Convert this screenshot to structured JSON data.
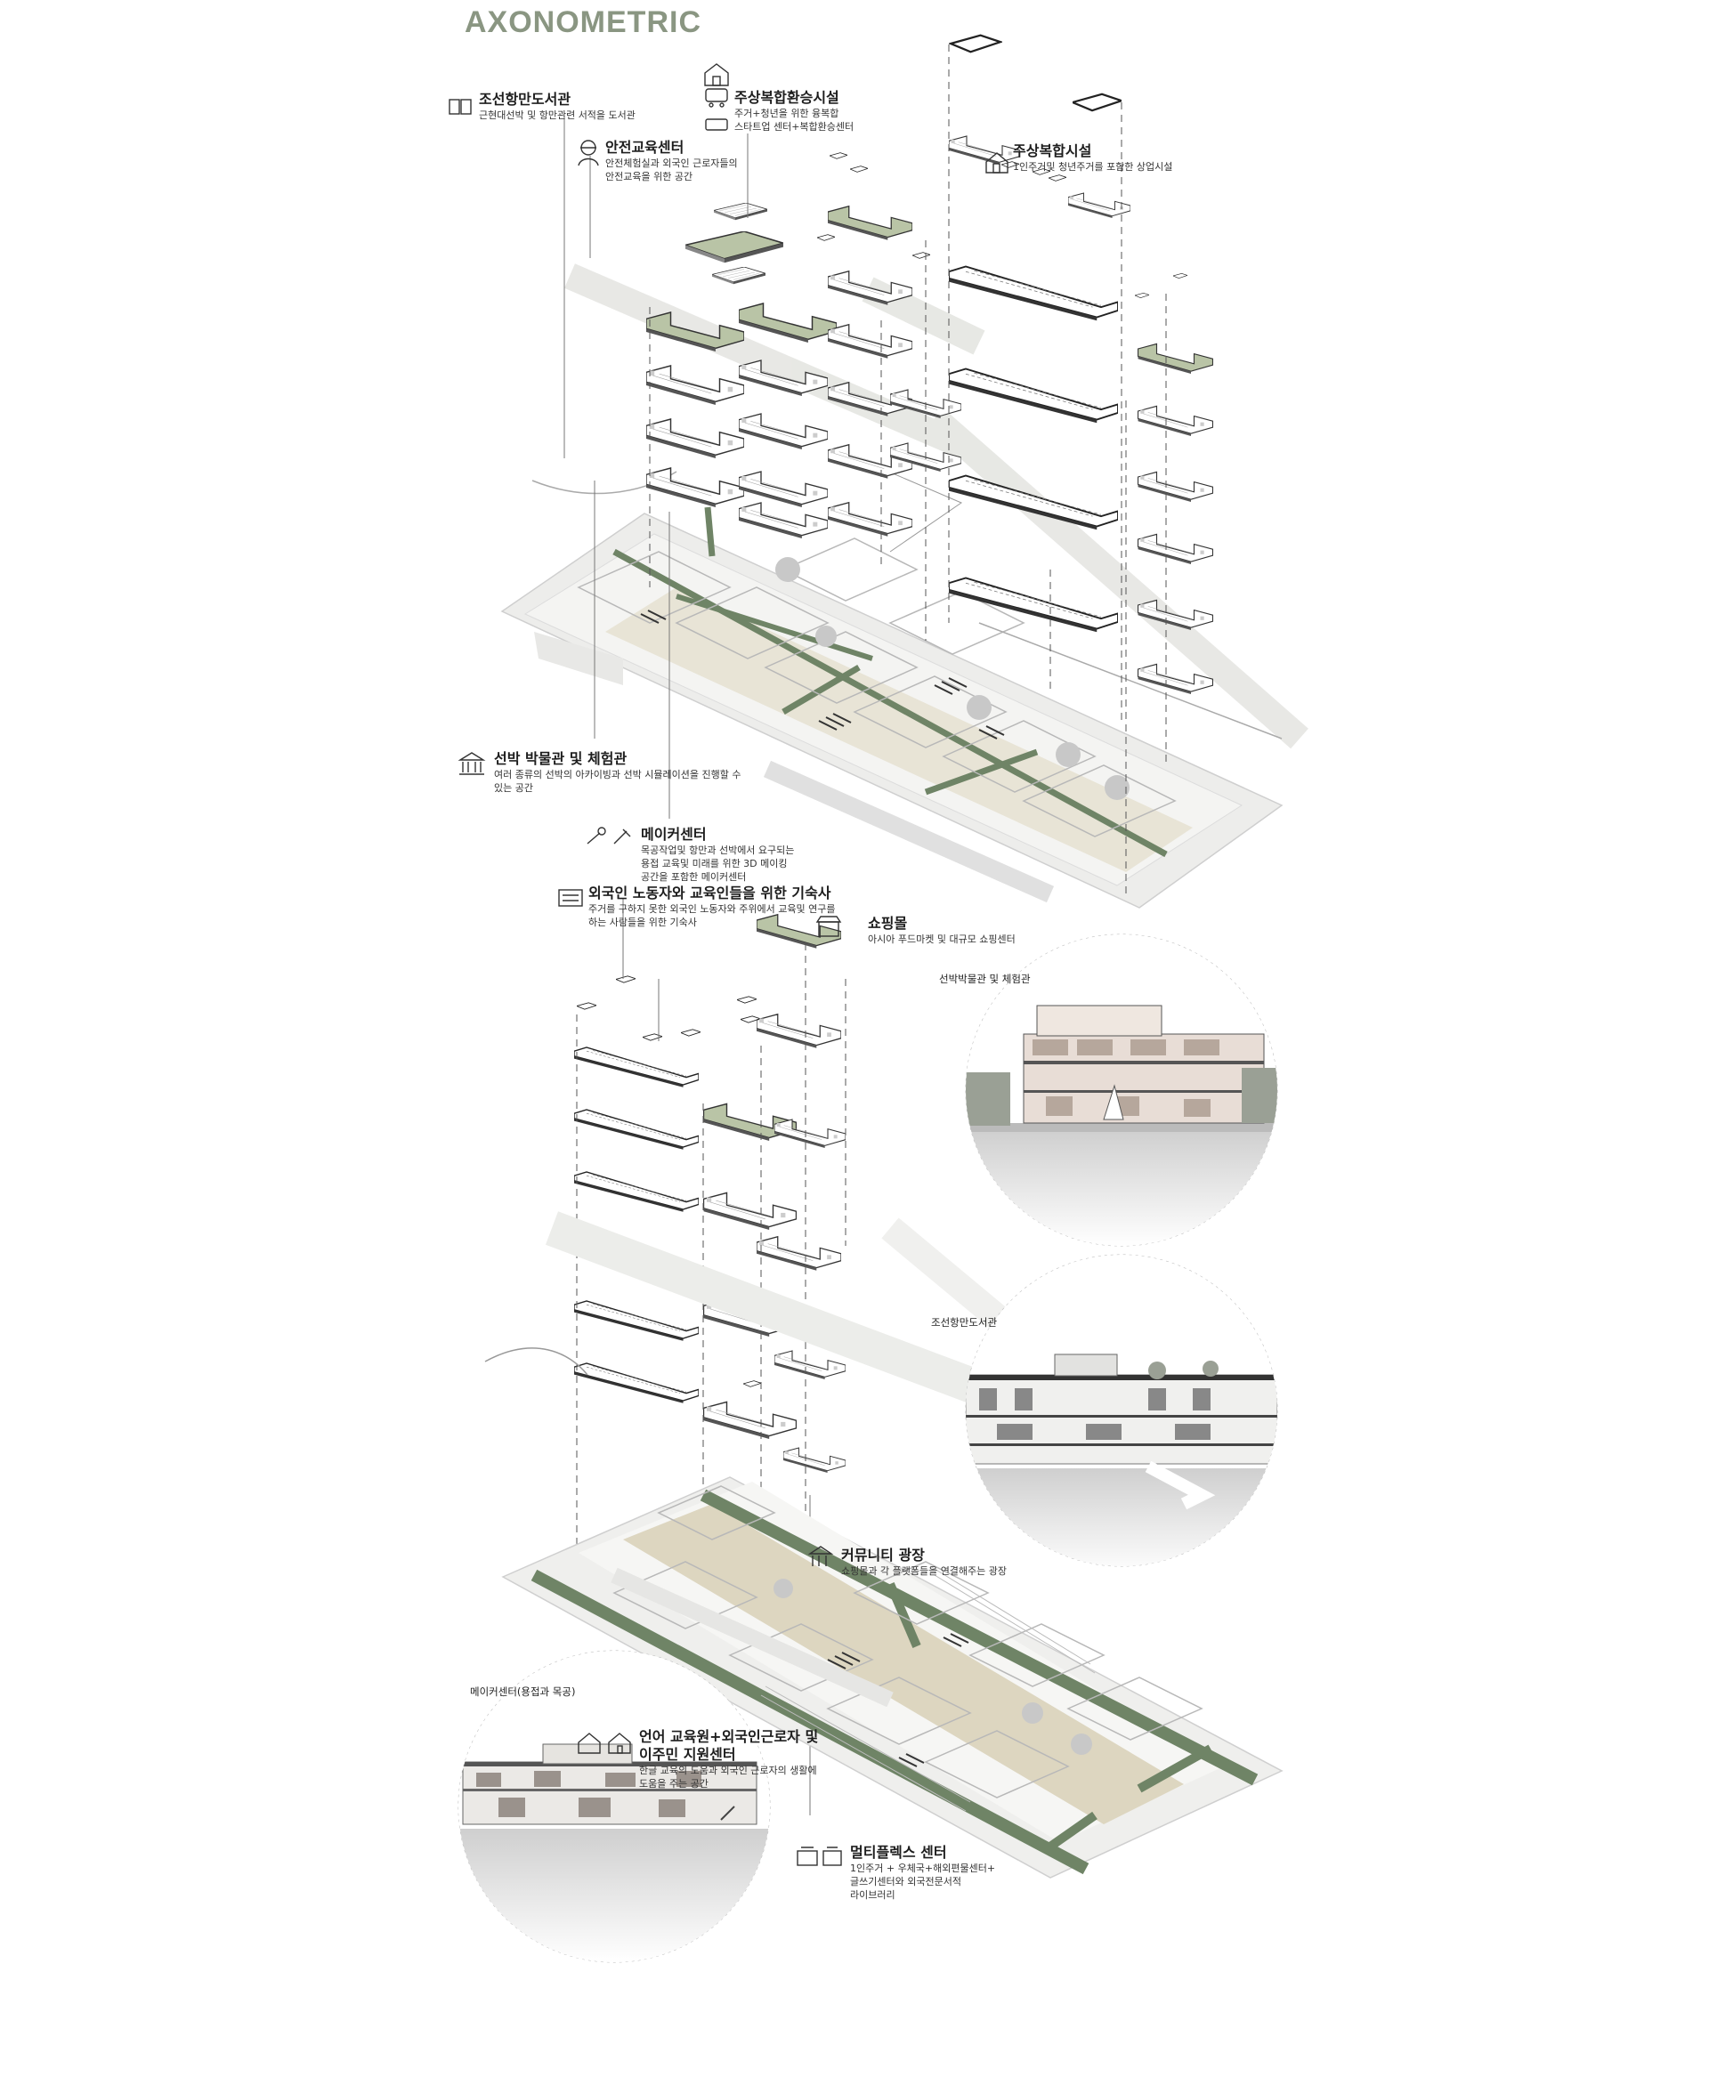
{
  "title": "AXONOMETRIC",
  "colors": {
    "accent": "#8a9682",
    "green": "#b9c4a6",
    "darkgreen": "#6f8466",
    "road": "#e5e6e2",
    "plaza": "#ddd6c0"
  },
  "labels": {
    "library": {
      "title": "조선항만도서관",
      "desc": "근현대선박 및 항만관련 서적을 도서관"
    },
    "transit": {
      "title": "주상복합환승시설",
      "desc": "주거+청년을 위한 융복합\n스타트업 센터+복합환승센터"
    },
    "safety": {
      "title": "안전교육센터",
      "desc": "안전체험실과 외국인 근로자들의\n안전교육을 위한 공간"
    },
    "commercial": {
      "title": "주상복합시설",
      "desc": "1인주거및 청년주거를 포함한 상업시설"
    },
    "museum": {
      "title": "선박 박물관 및 체험관",
      "desc": "여러 종류의 선박의 아카이빙과 선박 시뮬레이션을 진행할 수\n있는 공간"
    },
    "maker": {
      "title": "메이커센터",
      "desc": "목공작업및 항만과 선박에서 요구되는\n용접 교육및 미래를 위한 3D 메이킹\n공간을 포함한 메이커센터"
    },
    "dorm": {
      "title": "외국인 노동자와 교육인들을 위한 기숙사",
      "desc": "주거를 구하지 못한 외국인 노동자와 주위에서 교육및 연구를\n하는 사람들을 위한 기숙사"
    },
    "mall": {
      "title": "쇼핑몰",
      "desc": "아시아 푸드마켓 및 대규모 쇼핑센터"
    },
    "plaza": {
      "title": "커뮤니티 광장",
      "desc": "쇼핑몰과 각 플랫폼들을 연결해주는 광장"
    },
    "language": {
      "title": "언어 교육원+외국인근로자 및\n이주민 지원센터",
      "desc": "한글 교육의 도움과 외국인 근로자의 생활에\n도움을 주는 공간"
    },
    "multiplex": {
      "title": "멀티플렉스 센터",
      "desc": "1인주거 + 우체국+해외편물센터+\n글쓰기센터와 외국전문서적\n라이브러리"
    }
  },
  "captions": {
    "museum": "선박박물관 및 체험관",
    "library": "조선항만도서관",
    "maker": "메이커센터(용접과 목공)"
  },
  "icons": [
    "book-icon",
    "house-icon",
    "worker-icon",
    "house-icon",
    "museum-icon",
    "tools-icon",
    "dorm-icon",
    "mall-icon",
    "plaza-icon",
    "school-icon",
    "multiplex-icon"
  ]
}
